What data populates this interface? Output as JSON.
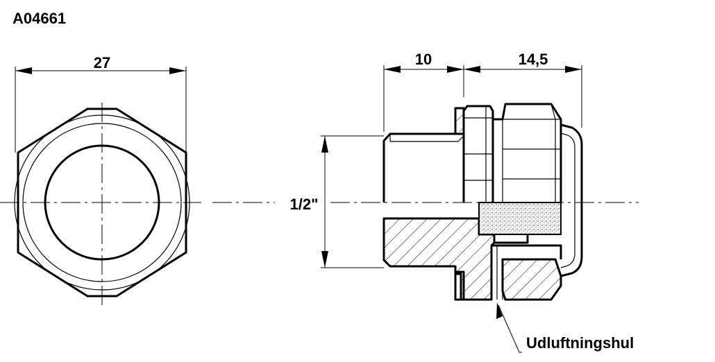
{
  "part_number": "A04661",
  "dimensions": {
    "width_across_flats": "27",
    "thread_length": "10",
    "cap_length": "14,5",
    "thread_size": "1/2\""
  },
  "callout": {
    "label": "Udluftningshul"
  }
}
